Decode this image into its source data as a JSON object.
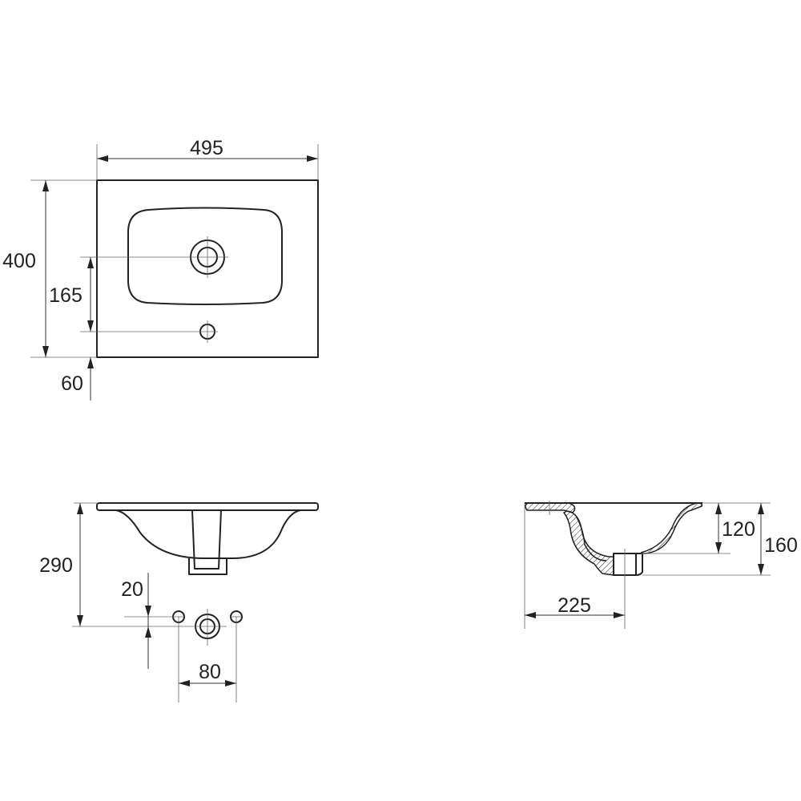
{
  "drawing": {
    "top_view": {
      "width": "495",
      "depth": "400",
      "drain_offset": "165",
      "tap_offset": "60"
    },
    "front_view": {
      "height": "290",
      "hole_offset": "20",
      "hole_spacing": "80"
    },
    "side_view": {
      "bowl_depth": "120",
      "total_height": "160",
      "drain_distance": "225"
    }
  }
}
